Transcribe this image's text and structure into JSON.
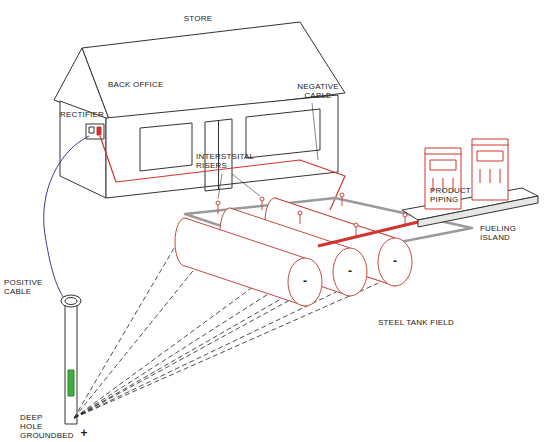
{
  "diagram": {
    "labels": [
      "STORE",
      "BACK OFFICE",
      "RECTIFIER",
      "NEGATIVE CABLE",
      "POSITIVE CABLE",
      "INTERSTSITAL RISERS",
      "PRODUCT PIPING",
      "FUELING ISLAND",
      "STEEL TANK FIELD",
      "DEEP HOLE GROUNDBED",
      "-",
      "-",
      "-",
      "+"
    ]
  }
}
